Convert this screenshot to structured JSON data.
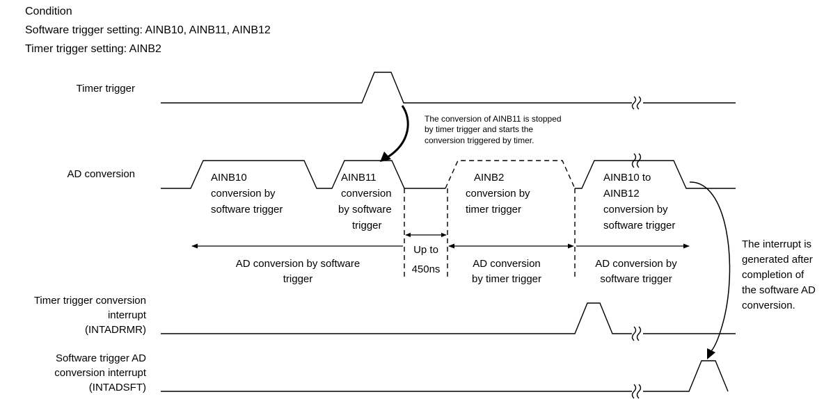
{
  "condition": {
    "title": "Condition",
    "software_trigger": "Software trigger setting: AINB10, AINB11, AINB12",
    "timer_trigger": "Timer trigger setting: AINB2"
  },
  "signals": {
    "timer_trigger": "Timer trigger",
    "ad_conversion": "AD conversion",
    "timer_interrupt": [
      "Timer trigger conversion",
      "interrupt",
      "(INTADRMR)"
    ],
    "software_interrupt": [
      "Software trigger AD",
      "conversion interrupt",
      "(INTADSFT)"
    ]
  },
  "pulses": {
    "ainb10": [
      "AINB10",
      "conversion by",
      "software trigger"
    ],
    "ainb11": [
      "AINB11",
      "conversion",
      "by software",
      "trigger"
    ],
    "ainb2": [
      "AINB2",
      "conversion by",
      "timer trigger"
    ],
    "ainb10_12": [
      "AINB10 to",
      "AINB12",
      "conversion by",
      "software trigger"
    ]
  },
  "intervals": {
    "software1": [
      "AD conversion by software",
      "trigger"
    ],
    "gap": [
      "Up to",
      "450ns"
    ],
    "timer": [
      "AD conversion",
      "by timer trigger"
    ],
    "software2": [
      "AD conversion by",
      "software trigger"
    ]
  },
  "notes": {
    "stop": [
      "The conversion of AINB11 is stopped",
      "by timer trigger and starts the",
      "conversion triggered by timer."
    ],
    "interrupt": [
      "The interrupt is",
      "generated after",
      "completion of",
      "the software AD",
      "conversion."
    ]
  }
}
